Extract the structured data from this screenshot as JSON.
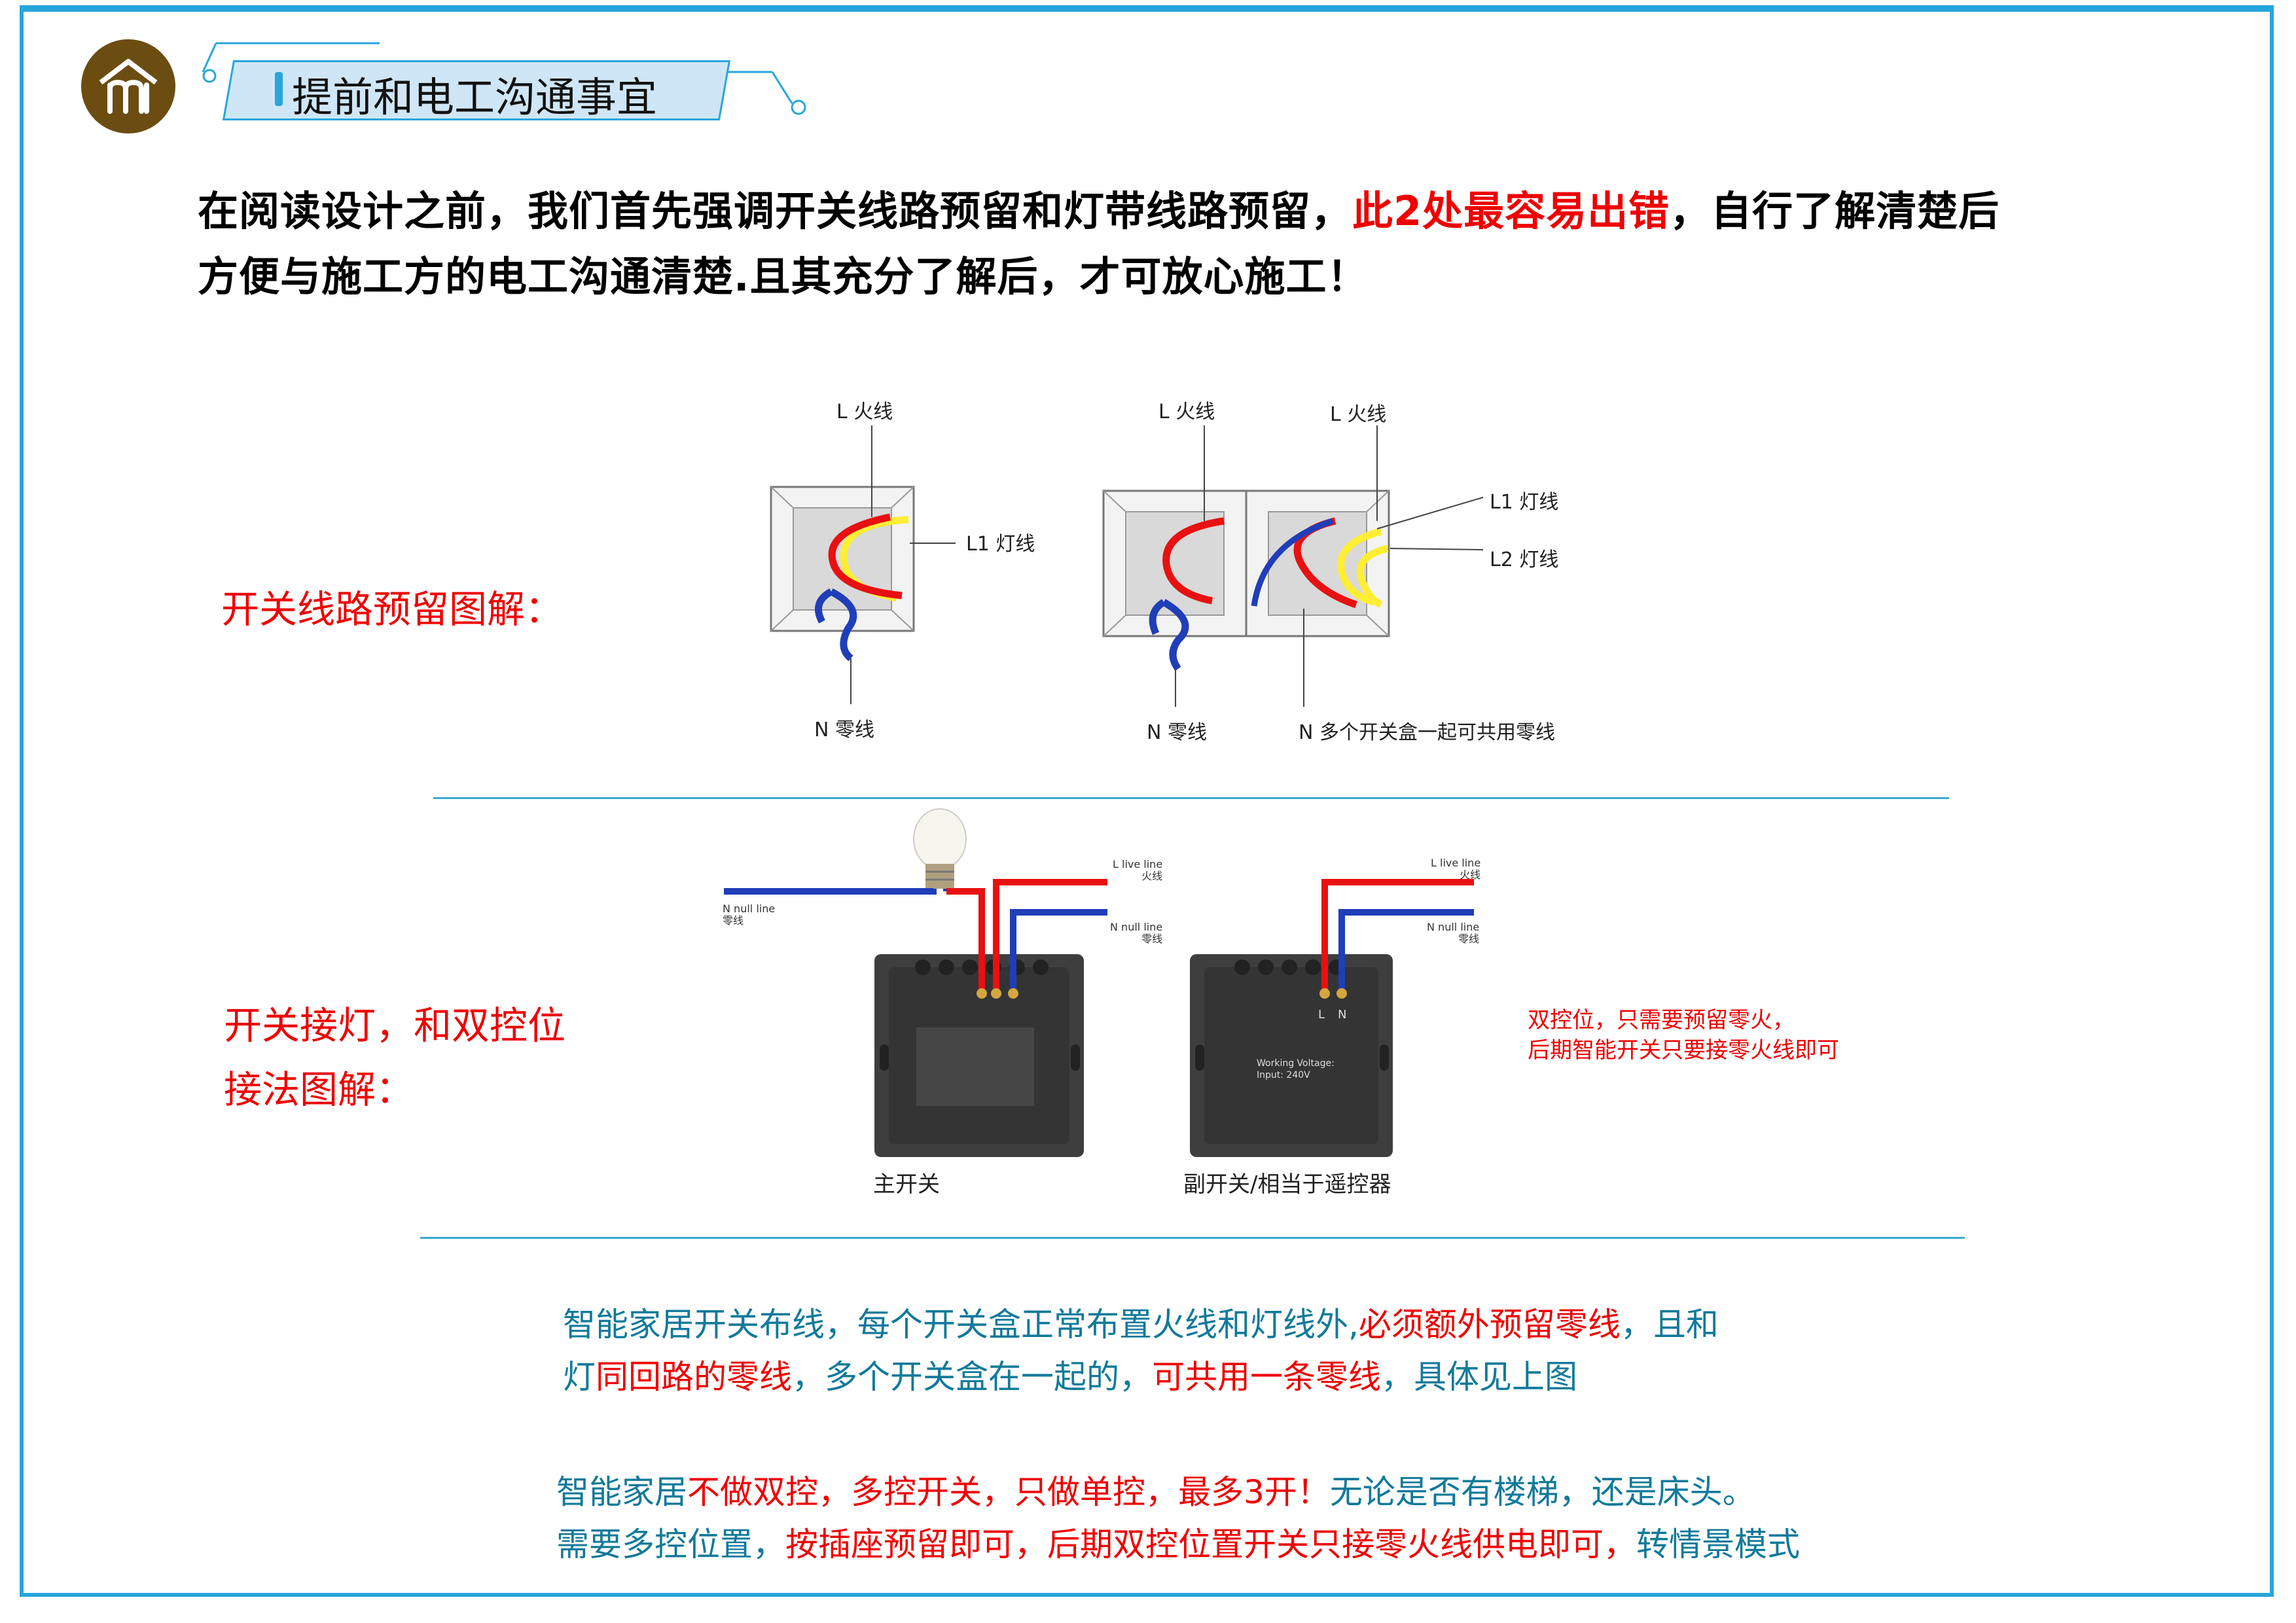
{
  "header": {
    "title": "提前和电工沟通事宜"
  },
  "intro": {
    "line1_a": "在阅读设计之前，我们首先强调开关线路预留和灯带线路预留，",
    "line1_red": "此2处最容易出错",
    "line1_b": "，自行了解清楚后",
    "line2": "方便与施工方的电工沟通清楚.且其充分了解后，才可放心施工！"
  },
  "section1": {
    "label": "开关线路预留图解：",
    "single": {
      "l_label": "L 火线",
      "l1_label": "L1 灯线",
      "n_label": "N 零线"
    },
    "double": {
      "l_label_a": "L 火线",
      "l_label_b": "L 火线",
      "l1_label": "L1 灯线",
      "l2_label": "L2 灯线",
      "n_label": "N 零线",
      "n_shared_label": "N 多个开关盒一起可共用零线"
    }
  },
  "section2": {
    "label_line1": "开关接灯，和双控位",
    "label_line2": "接法图解：",
    "main_caption": "主开关",
    "sub_caption": "副开关/相当于遥控器",
    "note_line1": "双控位，只需要预留零火，",
    "note_line2": "后期智能开关只要接零火线即可",
    "n_null_en": "N null line",
    "n_null_cn": "零线",
    "l_live_en": "L live line",
    "l_live_cn": "火线",
    "working_voltage": "Working Voltage:",
    "input_voltage": "Input: 240V",
    "terminal_l": "L",
    "terminal_n": "N"
  },
  "notes": {
    "p1_a": "智能家居开关布线，每个开关盒正常布置火线和灯线外,",
    "p1_red": "必须额外预留零线",
    "p1_b": "，且和",
    "p2_a": "灯",
    "p2_red": "同回路的零线",
    "p2_b": "，多个开关盒在一起的，",
    "p2_red2": "可共用一条零线",
    "p2_c": "，具体见上图",
    "p3_a": "智能家居",
    "p3_red": "不做双控，多控开关，只做单控，最多3开！",
    "p3_b": "无论是否有楼梯，还是床头。",
    "p4_a": "需要多控位置，",
    "p4_red": "按插座预留即可，后期双控位置开关只接零火线供电即可，",
    "p4_b": "转情景模式"
  },
  "colors": {
    "accent": "#27a6dc",
    "red": "#e00000",
    "logo": "#6b4d12"
  }
}
